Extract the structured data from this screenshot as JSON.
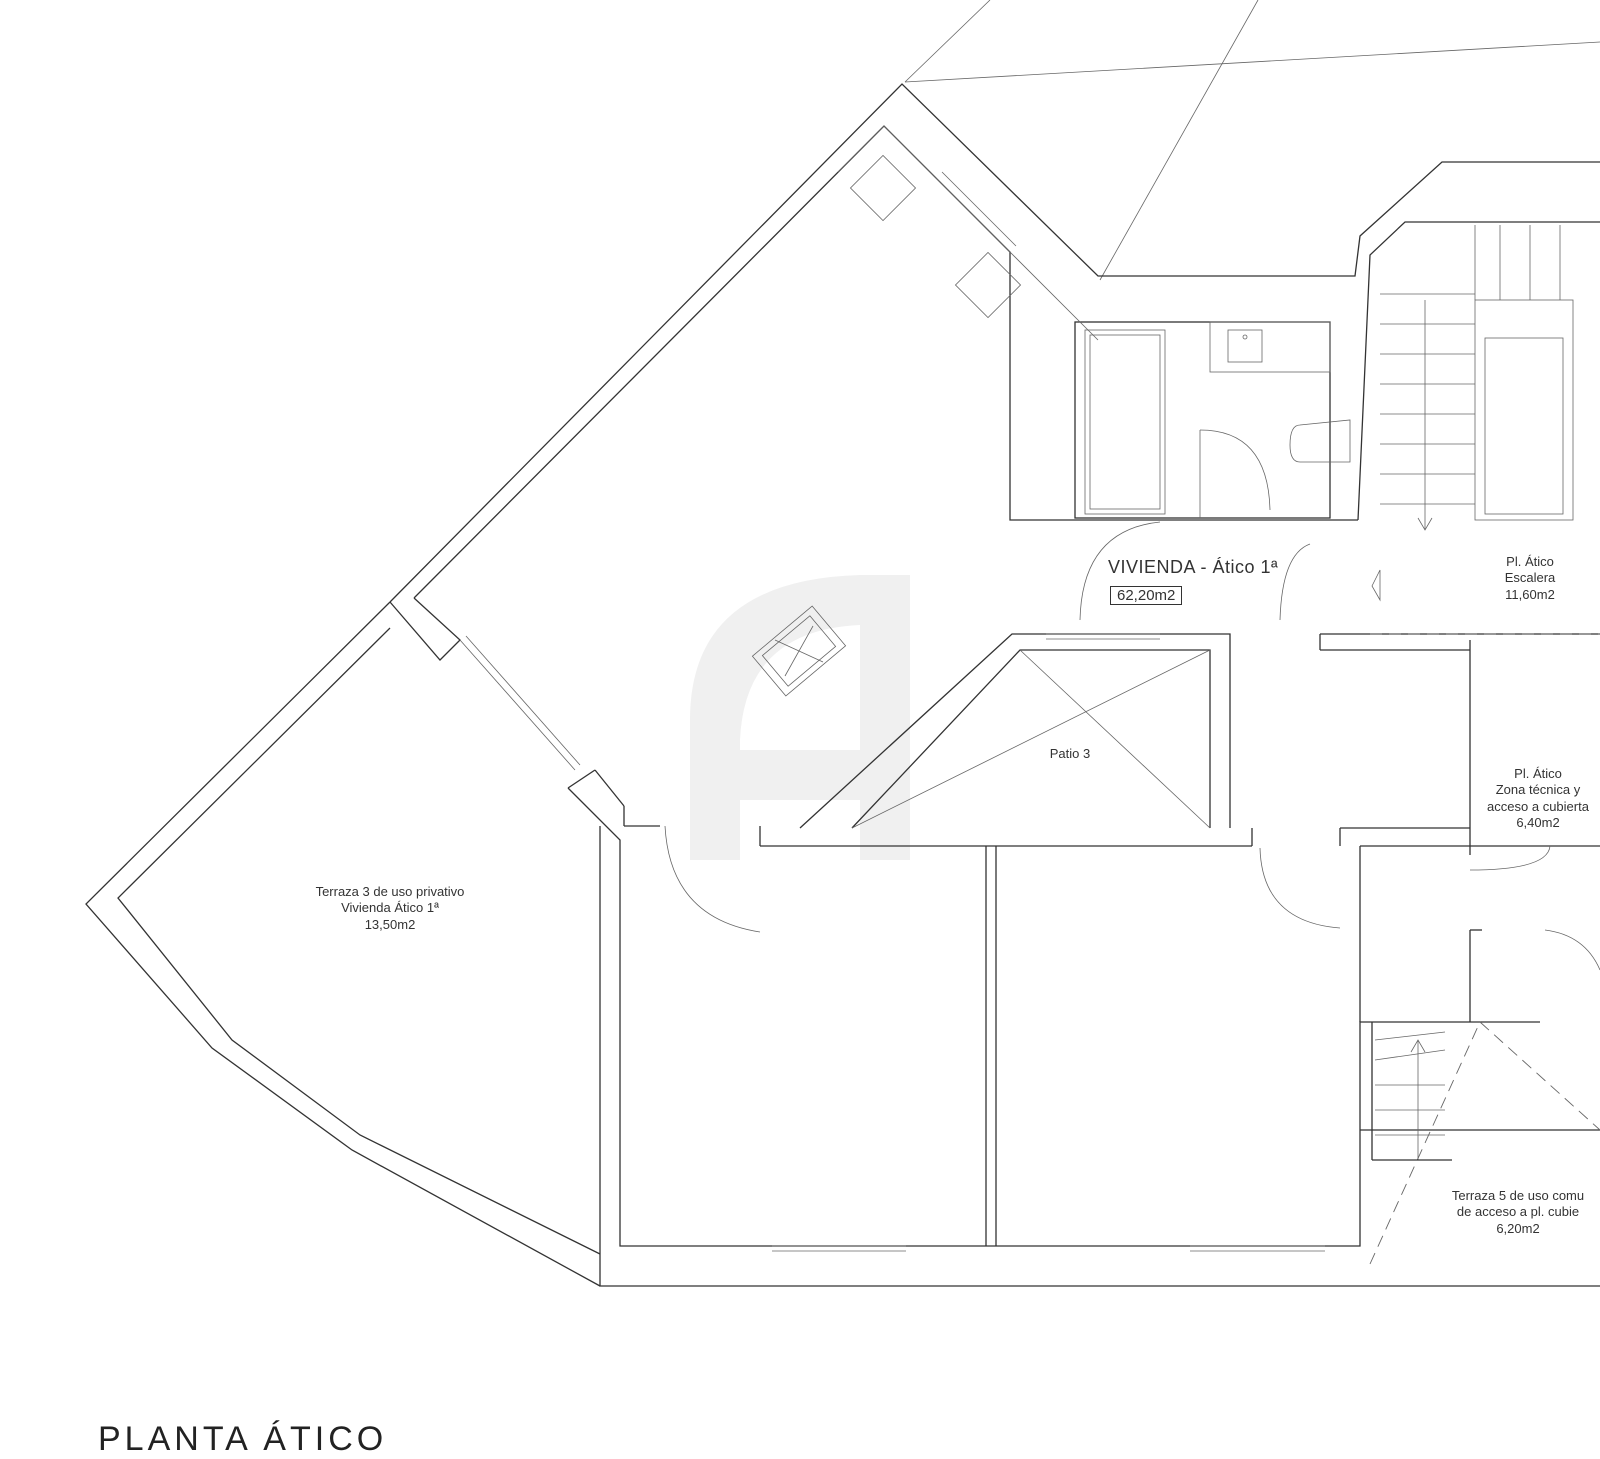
{
  "plan": {
    "unit_label": "VIVIENDA - Ático 1ª",
    "unit_area": "62,20m2",
    "patio": "Patio 3",
    "terrace_3": {
      "line1": "Terraza 3 de uso privativo",
      "line2": "Vivienda Ático 1ª",
      "area": "13,50m2"
    },
    "stair": {
      "line1": "Pl. Ático",
      "line2": "Escalera",
      "area": "11,60m2"
    },
    "technical_zone": {
      "line1": "Pl. Ático",
      "line2": "Zona técnica y",
      "line3": "acceso a cubierta",
      "area": "6,40m2"
    },
    "terrace_5": {
      "line1": "Terraza 5 de uso comu",
      "line2": "de acceso a pl. cubie",
      "area": "6,20m2"
    },
    "page_title": "PLANTA ÁTICO"
  }
}
